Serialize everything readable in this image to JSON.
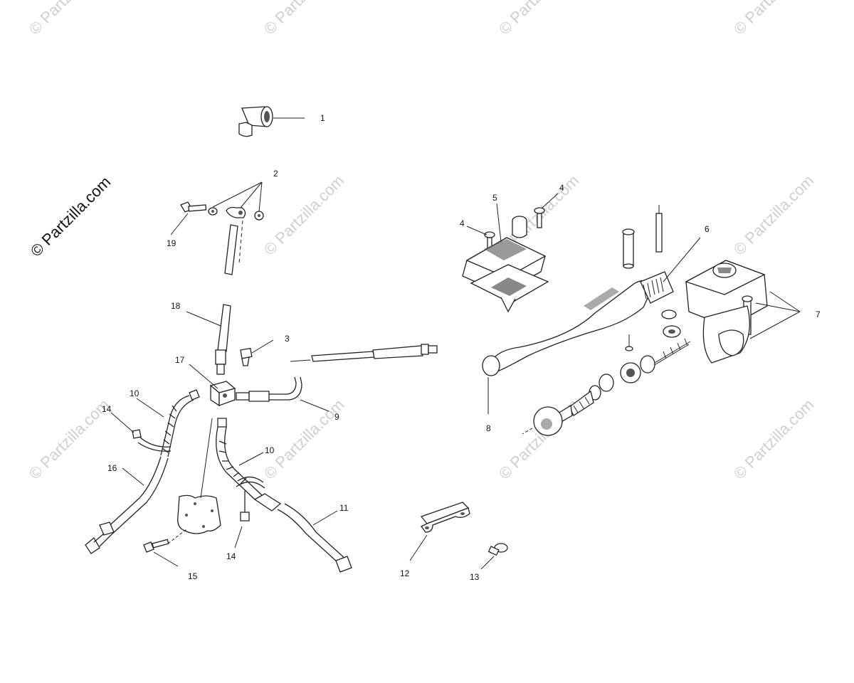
{
  "watermarks": {
    "side": "© Partzilla.com",
    "tile": "© Partzilla.com"
  },
  "callouts": [
    "1",
    "2",
    "3",
    "4",
    "4",
    "5",
    "6",
    "7",
    "8",
    "9",
    "10",
    "10",
    "11",
    "12",
    "13",
    "14",
    "14",
    "15",
    "16",
    "17",
    "18",
    "19"
  ]
}
